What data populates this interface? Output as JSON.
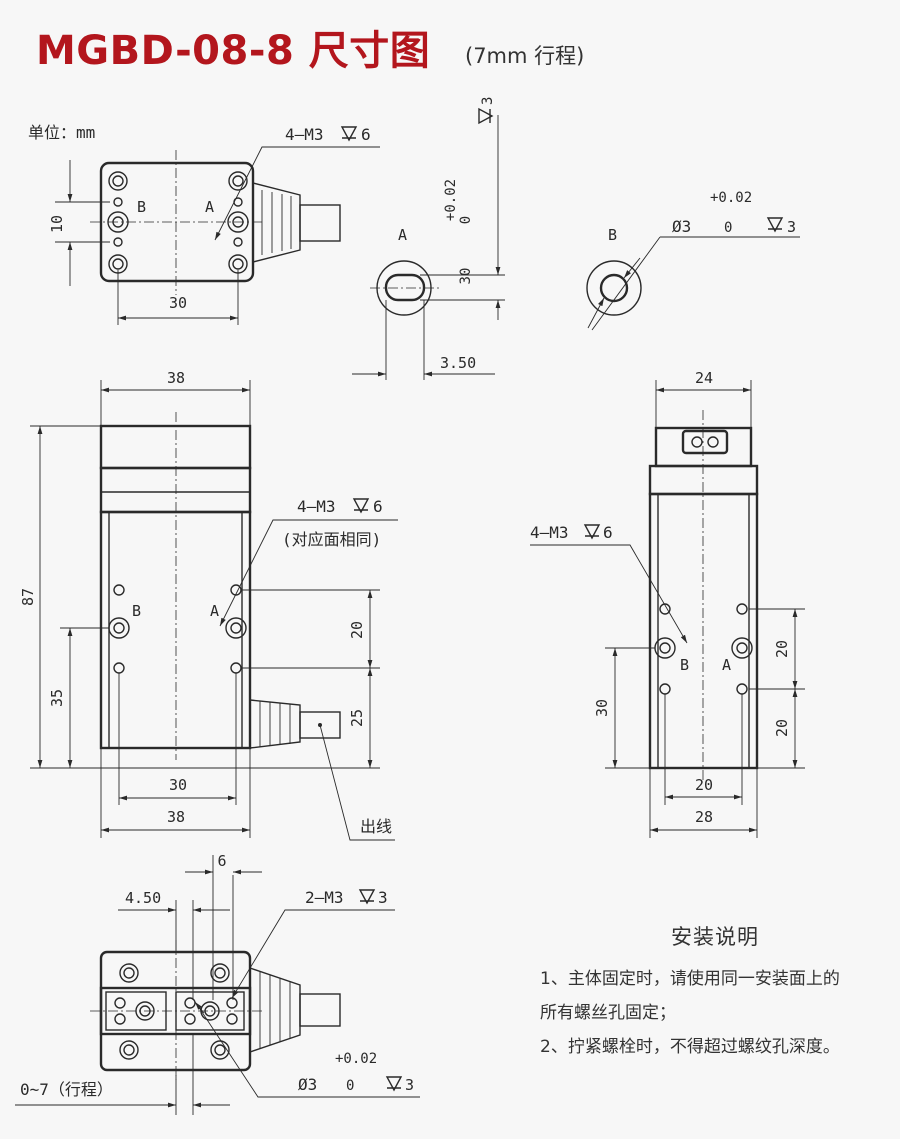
{
  "header": {
    "title": "MGBD-08-8 尺寸图",
    "subtitle": "(7mm 行程)"
  },
  "labels": {
    "unit": "单位：mm",
    "hole_4m3_6": "4–M3",
    "depth_6": "6",
    "depth_3": "3",
    "hole_2m3_3": "2–M3",
    "same_faces": "(对应面相同)",
    "cable_out": "出线",
    "letter_a": "A",
    "letter_b": "B",
    "tol_plus": "+0.02",
    "tol_zero": "0",
    "dia_3": "Ø3",
    "stroke_range": "0~7（行程）"
  },
  "dims": {
    "d10": "10",
    "d30": "30",
    "d38": "38",
    "d87": "87",
    "d35": "35",
    "d20": "20",
    "d25": "25",
    "d24": "24",
    "d28": "28",
    "d6": "6",
    "d4_50": "4.50",
    "d3_50": "3.50"
  },
  "notes": {
    "title": "安装说明",
    "lines": [
      "1、主体固定时，请使用同一安装面上的",
      "所有螺丝孔固定；",
      "2、拧紧螺栓时，不得超过螺纹孔深度。"
    ]
  },
  "colors": {
    "title": "#b3161d",
    "line": "#2a2a2a",
    "background": "#f7f7f7"
  }
}
